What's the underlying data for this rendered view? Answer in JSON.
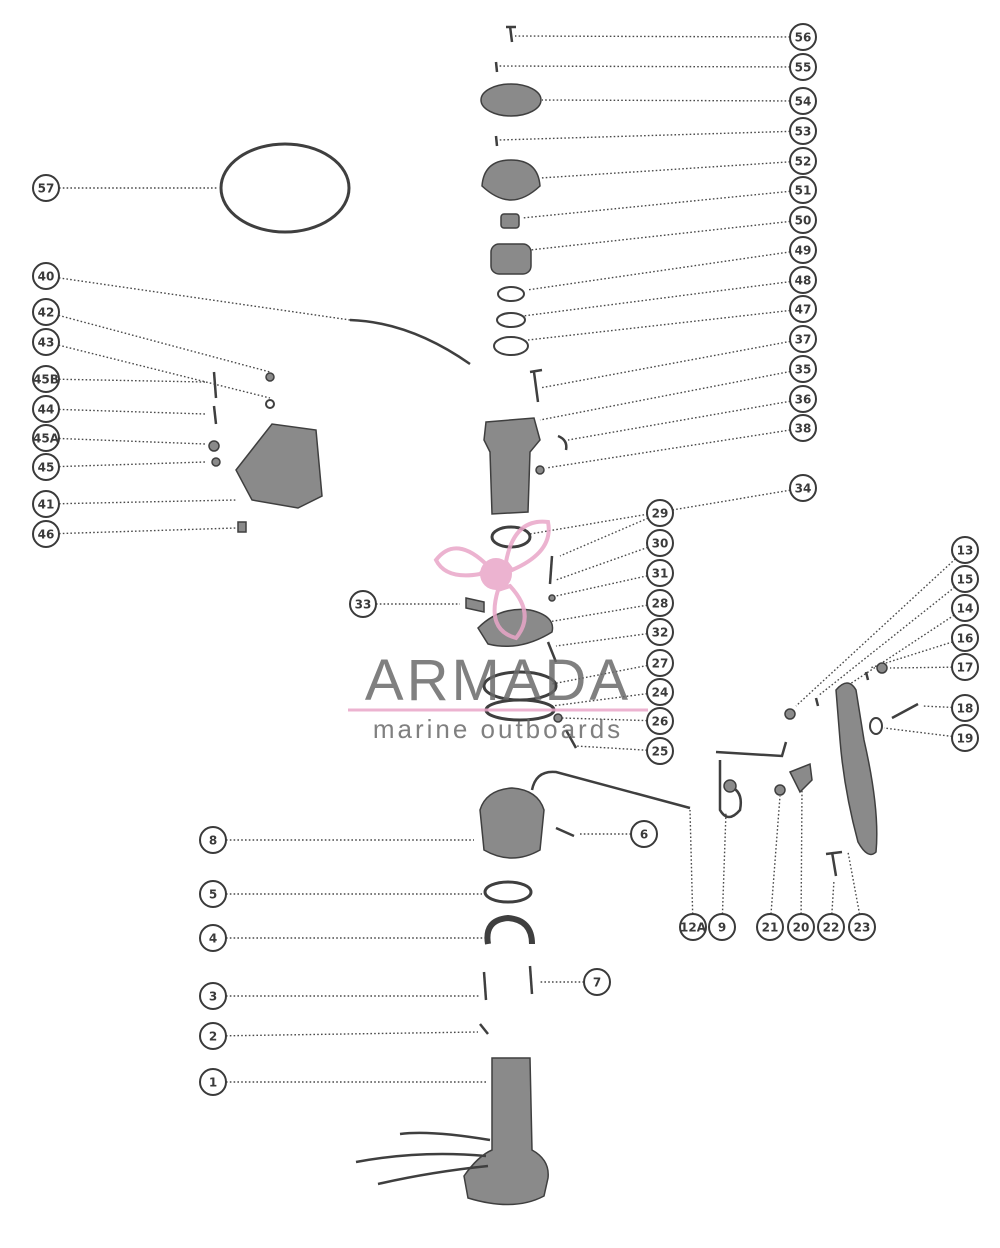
{
  "colors": {
    "line": "#3a3a3a",
    "part_fill": "#8a8a8a",
    "watermark_pink": "#e9a6c8",
    "watermark_gray": "#6a6a6a"
  },
  "watermark": {
    "title": "ARMADA",
    "subtitle": "marine outboards",
    "logo_icon": "propeller-icon"
  },
  "callouts": [
    "56",
    "55",
    "54",
    "53",
    "52",
    "51",
    "50",
    "49",
    "48",
    "47",
    "37",
    "35",
    "36",
    "38",
    "34",
    "57",
    "40",
    "42",
    "43",
    "45B",
    "44",
    "45A",
    "45",
    "41",
    "46",
    "29",
    "30",
    "31",
    "28",
    "32",
    "27",
    "24",
    "26",
    "25",
    "33",
    "13",
    "15",
    "14",
    "16",
    "17",
    "18",
    "19",
    "12A",
    "9",
    "21",
    "20",
    "22",
    "23",
    "8",
    "6",
    "5",
    "4",
    "3",
    "2",
    "1",
    "7"
  ]
}
